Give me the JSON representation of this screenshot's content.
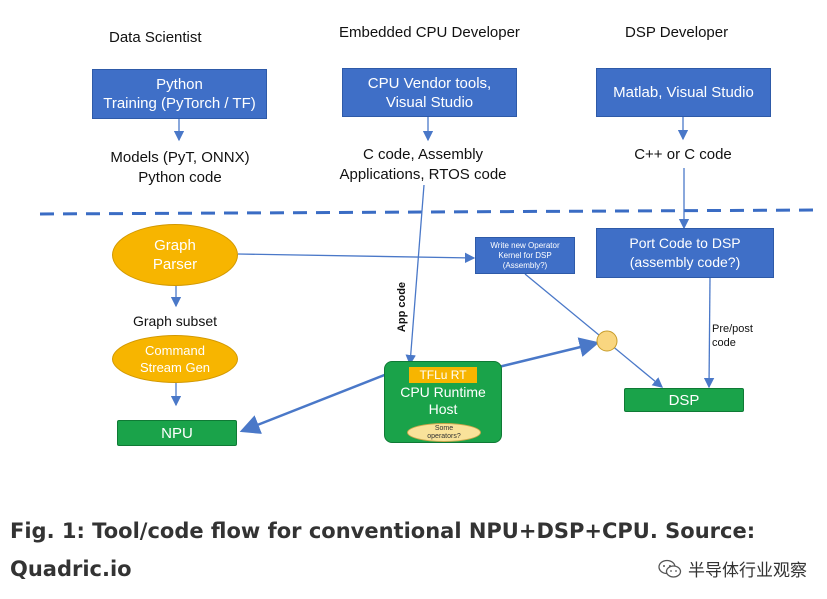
{
  "roles": {
    "data_scientist": "Data Scientist",
    "embedded_cpu_developer": "Embedded CPU Developer",
    "dsp_developer": "DSP Developer"
  },
  "tools": {
    "python_training": "Python\nTraining (PyTorch / TF)",
    "cpu_vendor_tools": "CPU Vendor tools,\nVisual Studio",
    "matlab_vs": "Matlab, Visual Studio"
  },
  "outputs": {
    "models": "Models (PyT, ONNX)\nPython code",
    "c_code": "C code, Assembly\nApplications, RTOS code",
    "cpp_code": "C++ or C code"
  },
  "runtime": {
    "graph_parser": "Graph\nParser",
    "graph_subset": "Graph subset",
    "command_stream_gen": "Command\nStream Gen",
    "npu": "NPU",
    "write_operator": "Write new Operator\nKernel for DSP\n(Assembly?)",
    "port_code_dsp": "Port Code to DSP\n(assembly code?)",
    "app_code": "App code",
    "pre_post_code": "Pre/post\ncode",
    "tflu_rt": "TFLu RT",
    "cpu_runtime_host": "CPU Runtime\nHost",
    "some_operators": "Some\noperators?",
    "dsp": "DSP"
  },
  "colors": {
    "blue_box": "#3f6fc7",
    "green_box": "#1aa34a",
    "orange": "#f7b500",
    "arrow_blue": "#4a78c8",
    "divider": "#3a6cc4"
  },
  "caption": "Fig. 1: Tool/code flow for conventional NPU+DSP+CPU. Source: Quadric.io",
  "watermark": {
    "icon": "wechat-icon",
    "text": "半导体行业观察"
  }
}
